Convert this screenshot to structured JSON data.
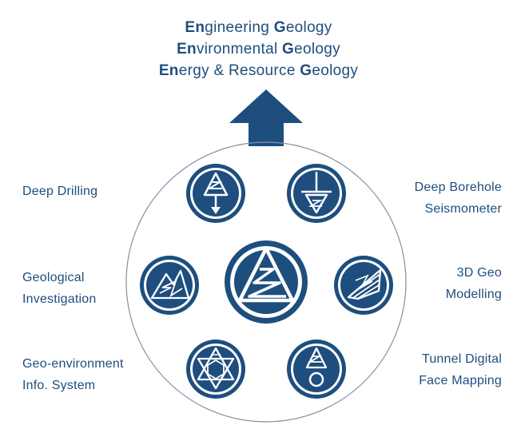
{
  "headings": [
    {
      "bold": "En",
      "rest_1": "gineering ",
      "bold_2": "G",
      "rest_2": "eology"
    },
    {
      "bold": "En",
      "rest_1": "vironmental ",
      "bold_2": "G",
      "rest_2": "eology"
    },
    {
      "bold": "En",
      "rest_1": "ergy & Resource ",
      "bold_2": "G",
      "rest_2": "eology"
    }
  ],
  "labels": {
    "deep_drilling": [
      "Deep Drilling"
    ],
    "geological_investigation": [
      "Geological",
      "Investigation"
    ],
    "geo_environment": [
      "Geo-environment",
      "Info. System"
    ],
    "deep_borehole": [
      "Deep Borehole",
      "Seismometer"
    ],
    "geo_modelling": [
      "3D Geo",
      "Modelling"
    ],
    "tunnel_mapping": [
      "Tunnel Digital",
      "Face Mapping"
    ]
  },
  "colors": {
    "primary": "#1d4e7e",
    "outline": "#8a8aa8",
    "background": "#ffffff"
  },
  "icons": {
    "center": "triangle-circle-logo-icon",
    "deep_drilling": "drill-arrow-down-icon",
    "deep_borehole": "borehole-sensor-icon",
    "geological_investigation": "mountain-survey-icon",
    "geo_modelling": "layered-model-icon",
    "geo_environment": "hexagon-network-icon",
    "tunnel_mapping": "tunnel-face-icon",
    "arrow": "up-arrow-icon"
  }
}
